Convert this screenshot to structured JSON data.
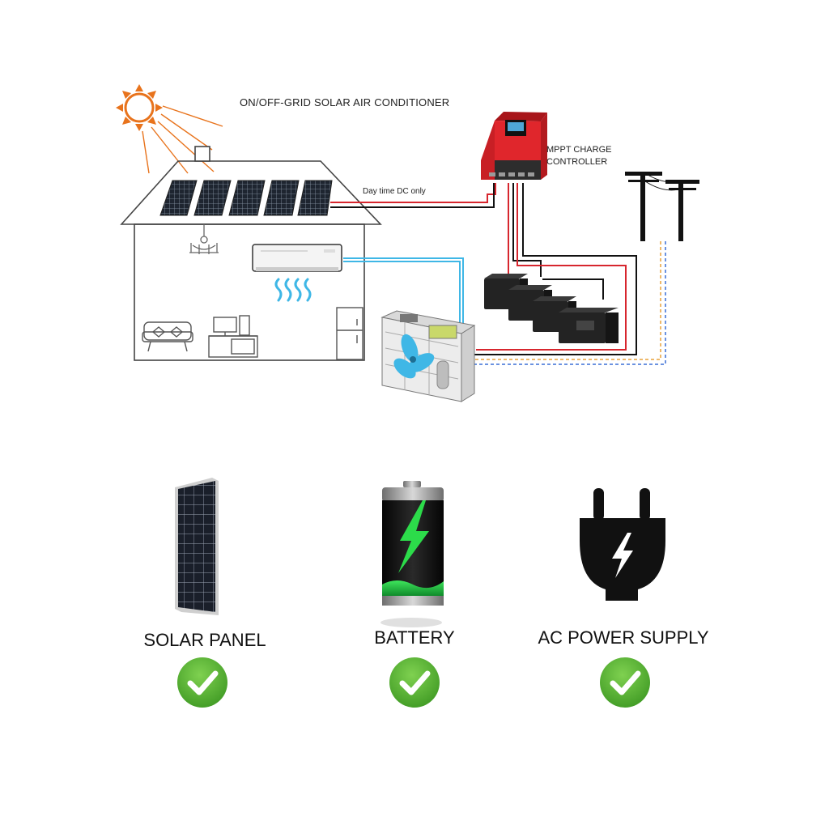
{
  "diagram": {
    "title": "ON/OFF-GRID SOLAR AIR CONDITIONER",
    "dc_label": "Day time DC only",
    "controller_label": [
      "MPPT CHARGE",
      "CONTROLLER"
    ]
  },
  "sources": [
    {
      "label": "SOLAR PANEL",
      "icon": "solar-panel-icon",
      "status_icon": "checkmark-icon"
    },
    {
      "label": "BATTERY",
      "icon": "battery-icon",
      "status_icon": "checkmark-icon"
    },
    {
      "label": "AC POWER SUPPLY",
      "icon": "plug-icon",
      "status_icon": "checkmark-icon"
    }
  ],
  "colors": {
    "sun": "#E8731C",
    "controller": "#E0262C",
    "dc_positive": "#D7262E",
    "dc_negative": "#111111",
    "refrigerant": "#3FB7E6",
    "check_green": "#5CB531",
    "battery_charge": "#27C24C"
  }
}
